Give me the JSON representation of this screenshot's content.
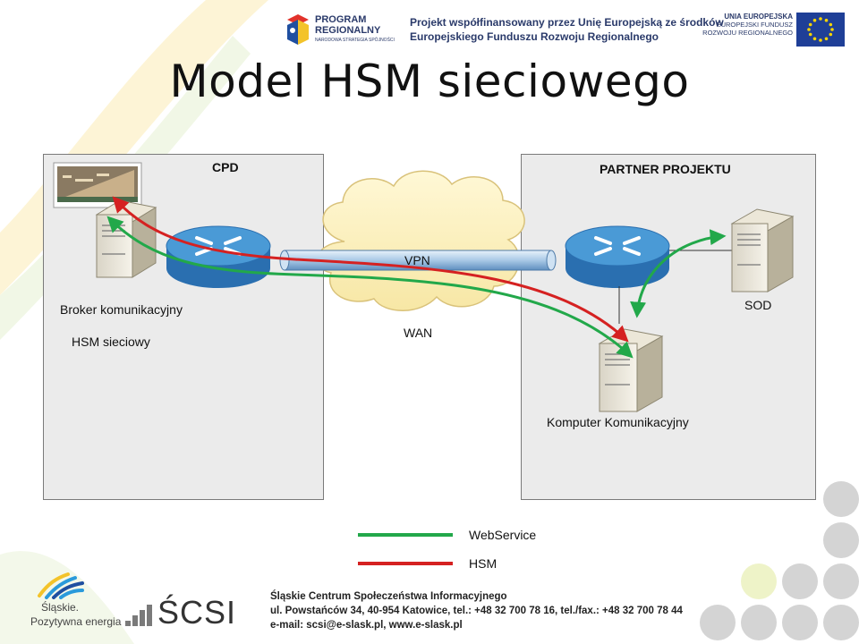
{
  "header": {
    "program_line1": "PROGRAM",
    "program_line2": "REGIONALNY",
    "program_line3": "NARODOWA STRATEGIA SPÓJNOŚCI",
    "project_line1": "Projekt współfinansowany przez Unię Europejską ze środków",
    "project_line2": "Europejskiego Funduszu Rozwoju Regionalnego",
    "eu_line1": "UNIA EUROPEJSKA",
    "eu_line2": "EUROPEJSKI FUNDUSZ",
    "eu_line3": "ROZWOJU REGIONALNEGO"
  },
  "title": "Model HSM sieciowego",
  "diagram": {
    "cpd_title": "CPD",
    "partner_title": "PARTNER PROJEKTU",
    "vpn_label": "VPN",
    "wan_label": "WAN",
    "broker_label": "Broker komunikacyjny",
    "hsm_label": "HSM sieciowy",
    "sod_label": "SOD",
    "komputer_label": "Komputer Komunikacyjny",
    "colors": {
      "webservice": "#22a84a",
      "hsm": "#d52121",
      "router": "#3a8ccf",
      "panel": "#ebebeb"
    }
  },
  "legend": {
    "webservice_label": "WebService",
    "hsm_label": "HSM"
  },
  "footer": {
    "slaskie_line1": "Śląskie.",
    "slaskie_line2": "Pozytywna energia",
    "scsi_logo": "ŚCSI",
    "address_line1": "Śląskie Centrum Społeczeństwa Informacyjnego",
    "address_line2": "ul. Powstańców 34, 40-954 Katowice, tel.: +48 32 700 78 16, tel./fax.: +48 32 700 78 44",
    "address_line3": "e-mail: scsi@e-slask.pl, www.e-slask.pl"
  }
}
